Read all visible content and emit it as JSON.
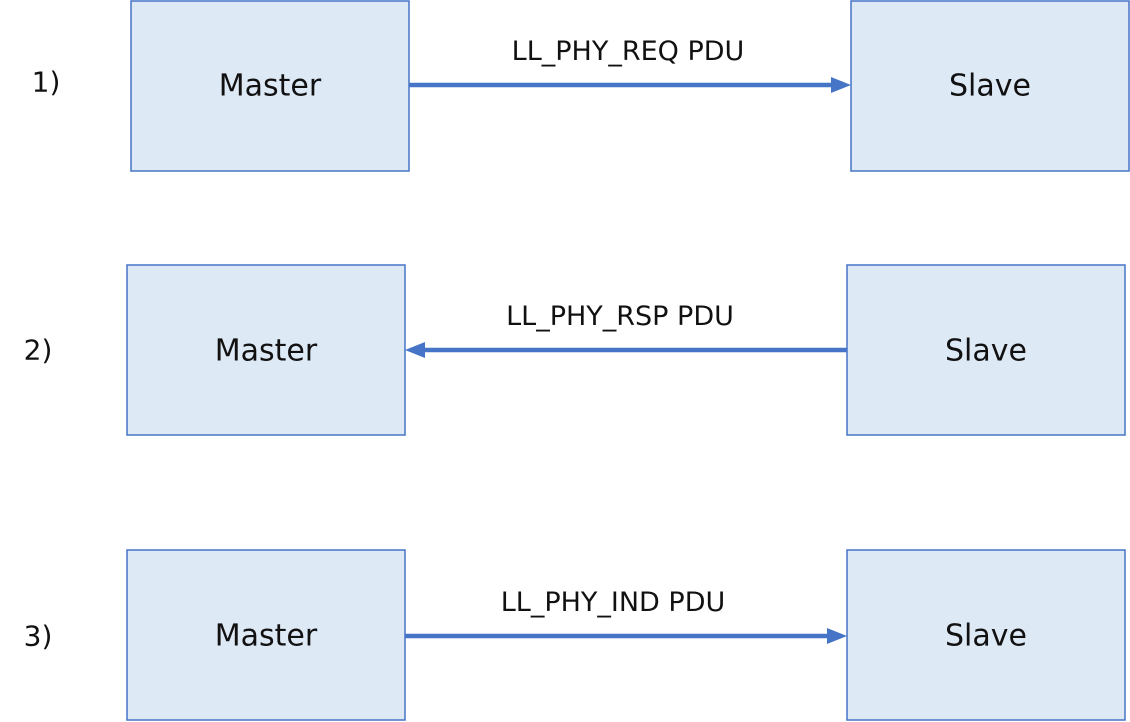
{
  "steps": [
    {
      "number": "1)",
      "left": "Master",
      "right": "Slave",
      "message": "LL_PHY_REQ PDU",
      "direction": "right"
    },
    {
      "number": "2)",
      "left": "Master",
      "right": "Slave",
      "message": "LL_PHY_RSP PDU",
      "direction": "left"
    },
    {
      "number": "3)",
      "left": "Master",
      "right": "Slave",
      "message": "LL_PHY_IND PDU",
      "direction": "right"
    }
  ],
  "colors": {
    "box_fill": "#dee9f6",
    "box_stroke": "#4674c6",
    "arrow": "#4674c6"
  }
}
